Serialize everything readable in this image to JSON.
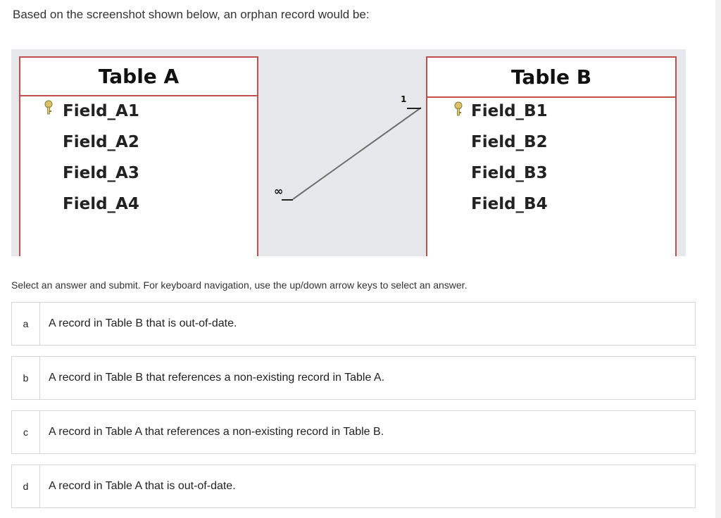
{
  "question": "Based on the screenshot shown below, an orphan record would be:",
  "diagram": {
    "table_a": {
      "title": "Table A",
      "fields": [
        "Field_A1",
        "Field_A2",
        "Field_A3",
        "Field_A4"
      ],
      "key_field": "Field_A1"
    },
    "table_b": {
      "title": "Table B",
      "fields": [
        "Field_B1",
        "Field_B2",
        "Field_B3",
        "Field_B4"
      ],
      "key_field": "Field_B1"
    },
    "relationship": {
      "one_label": "1",
      "many_label": "∞"
    },
    "colors": {
      "table_border": "#c0504d",
      "background": "#e6e8eb",
      "key_icon": "#c9b55a"
    }
  },
  "instruction": "Select an answer and submit. For keyboard navigation, use the up/down arrow keys to select an answer.",
  "options": [
    {
      "letter": "a",
      "text": "A record in Table B that is out-of-date."
    },
    {
      "letter": "b",
      "text": "A record in Table B that references a non-existing record in Table A."
    },
    {
      "letter": "c",
      "text": "A record in Table A that references a non-existing record in Table B."
    },
    {
      "letter": "d",
      "text": "A record in Table A that is out-of-date."
    }
  ]
}
